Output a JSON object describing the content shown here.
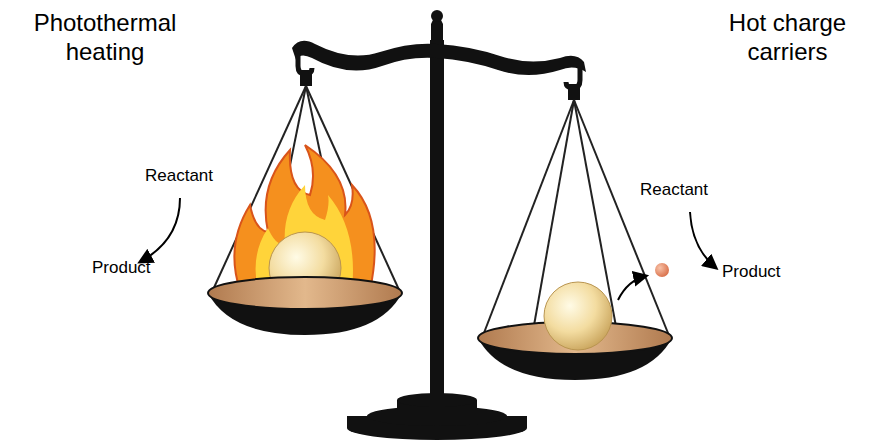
{
  "diagram": {
    "labels": [
      "Photothermal heating",
      "Hot charge carriers",
      "Reactant",
      "Product",
      "Reactant",
      "Product"
    ]
  }
}
